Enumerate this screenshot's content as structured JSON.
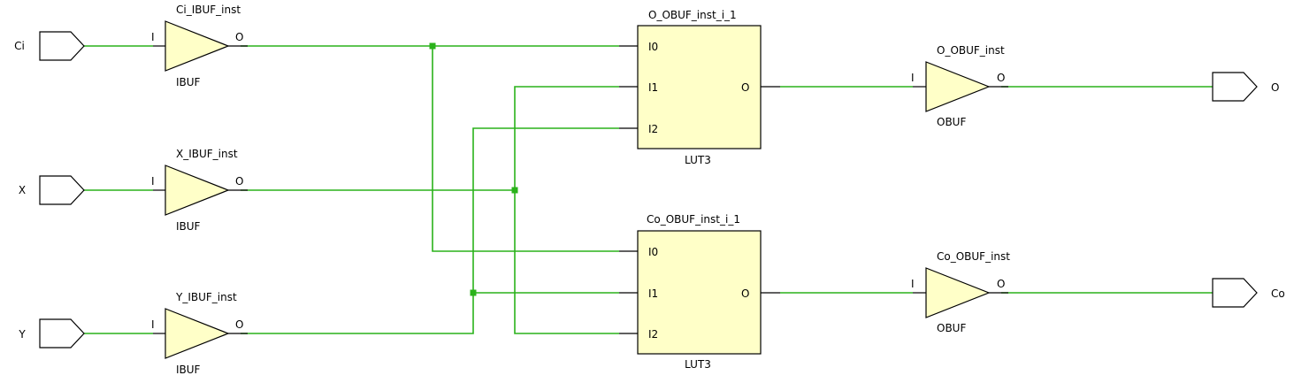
{
  "colors": {
    "net": "#2ab21a",
    "cell_fill": "#ffffc8",
    "outline": "#000000",
    "background": "#ffffff"
  },
  "ports": {
    "ci": "Ci",
    "x": "X",
    "y": "Y",
    "o": "O",
    "co": "Co"
  },
  "cells": {
    "ci_ibuf": {
      "name": "Ci_IBUF_inst",
      "type": "IBUF",
      "in": "I",
      "out": "O"
    },
    "x_ibuf": {
      "name": "X_IBUF_inst",
      "type": "IBUF",
      "in": "I",
      "out": "O"
    },
    "y_ibuf": {
      "name": "Y_IBUF_inst",
      "type": "IBUF",
      "in": "I",
      "out": "O"
    },
    "o_lut": {
      "name": "O_OBUF_inst_i_1",
      "type": "LUT3",
      "i0": "I0",
      "i1": "I1",
      "i2": "I2",
      "out": "O"
    },
    "co_lut": {
      "name": "Co_OBUF_inst_i_1",
      "type": "LUT3",
      "i0": "I0",
      "i1": "I1",
      "i2": "I2",
      "out": "O"
    },
    "o_obuf": {
      "name": "O_OBUF_inst",
      "type": "OBUF",
      "in": "I",
      "out": "O"
    },
    "co_obuf": {
      "name": "Co_OBUF_inst",
      "type": "OBUF",
      "in": "I",
      "out": "O"
    }
  }
}
